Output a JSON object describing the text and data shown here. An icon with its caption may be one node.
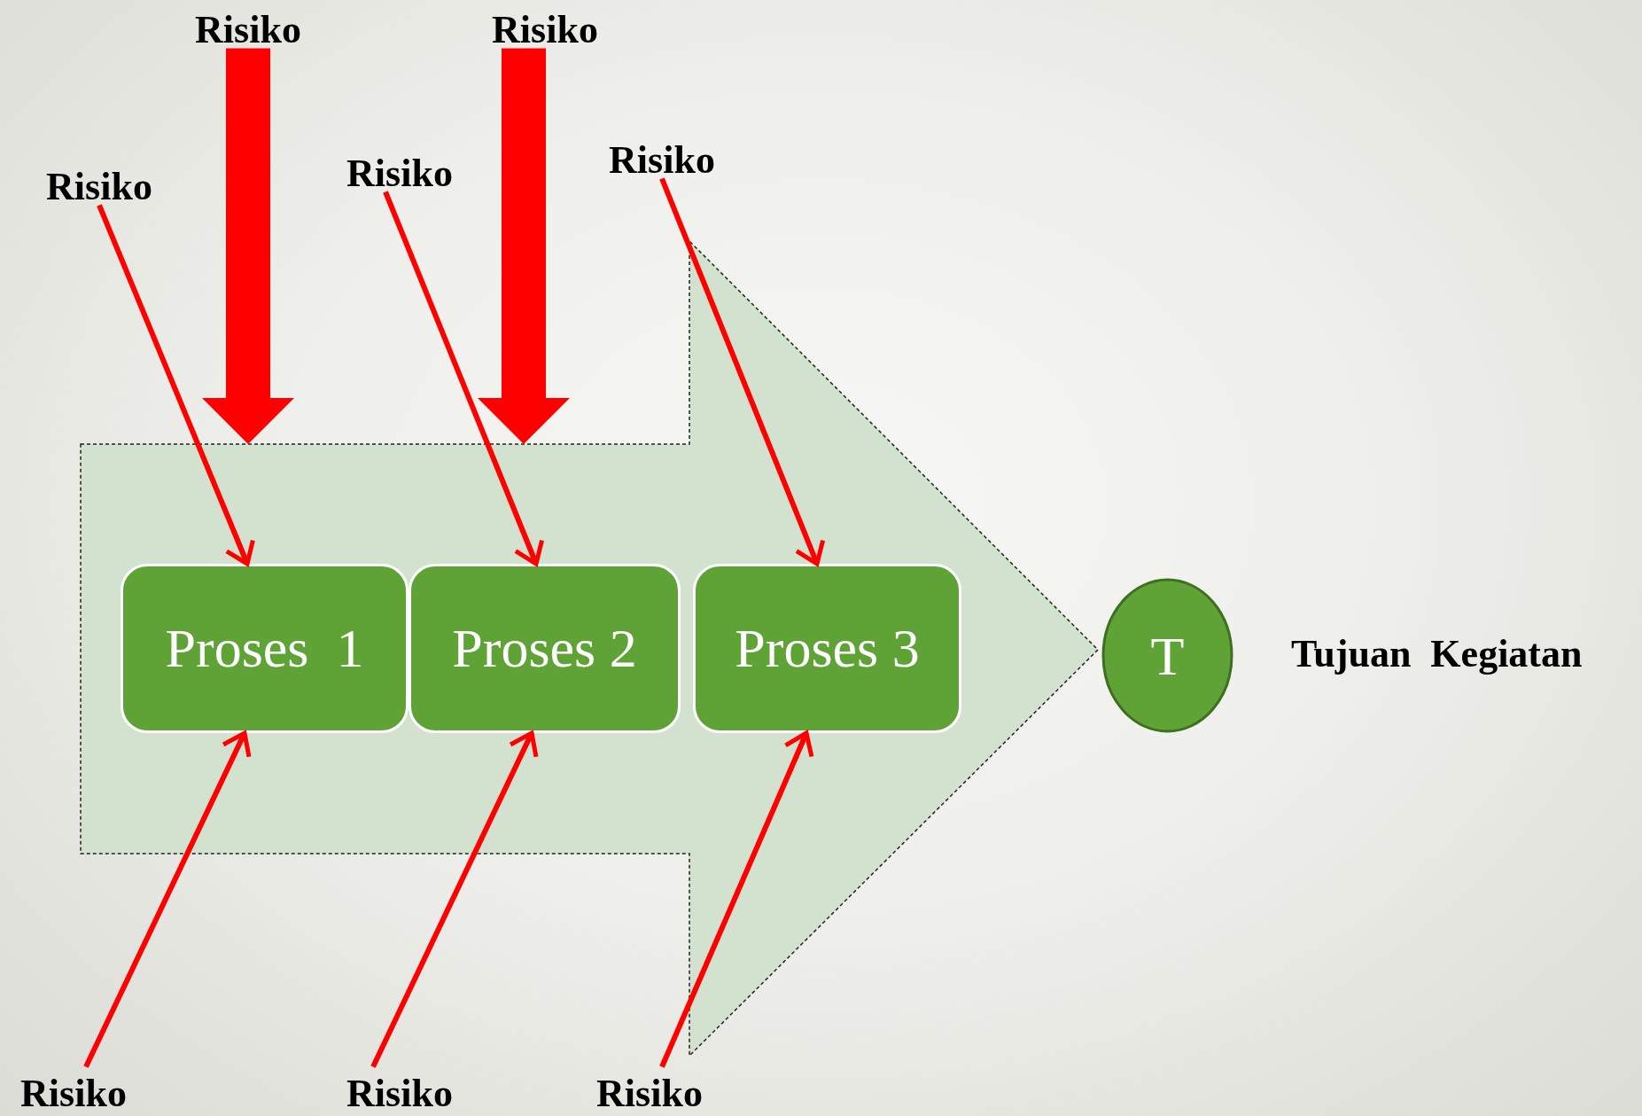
{
  "diagram": {
    "nodes": [
      {
        "text": [],
        "shape": "arrow"
      },
      {
        "text": [
          "Proses  1"
        ],
        "in": 0
      },
      {
        "text": [
          "Proses 2"
        ],
        "in": 0
      },
      {
        "text": [
          "Proses 3"
        ],
        "in": 0
      },
      {
        "text": [
          "T"
        ],
        "beside": [
          "Tujuan  Kegiatan"
        ]
      },
      {
        "text": [
          "Risiko"
        ]
      },
      {
        "text": [
          "Risiko"
        ]
      },
      {
        "text": [
          "Risiko"
        ]
      },
      {
        "text": [
          "Risiko"
        ]
      },
      {
        "text": [
          "Risiko"
        ]
      },
      {
        "text": [
          "Risiko"
        ]
      },
      {
        "text": [
          "Risiko"
        ]
      },
      {
        "text": [
          "Risiko"
        ]
      }
    ],
    "edges": [
      {
        "from": 5,
        "to": 0,
        "arrow": "to",
        "style": "thick"
      },
      {
        "from": 6,
        "to": 0,
        "arrow": "to",
        "style": "thick"
      },
      {
        "from": 7,
        "to": 1,
        "arrow": "to"
      },
      {
        "from": 8,
        "to": 2,
        "arrow": "to"
      },
      {
        "from": 9,
        "to": 3,
        "arrow": "to"
      },
      {
        "from": 10,
        "to": 1,
        "arrow": "to"
      },
      {
        "from": 11,
        "to": 2,
        "arrow": "to"
      },
      {
        "from": 12,
        "to": 3,
        "arrow": "to"
      }
    ]
  }
}
